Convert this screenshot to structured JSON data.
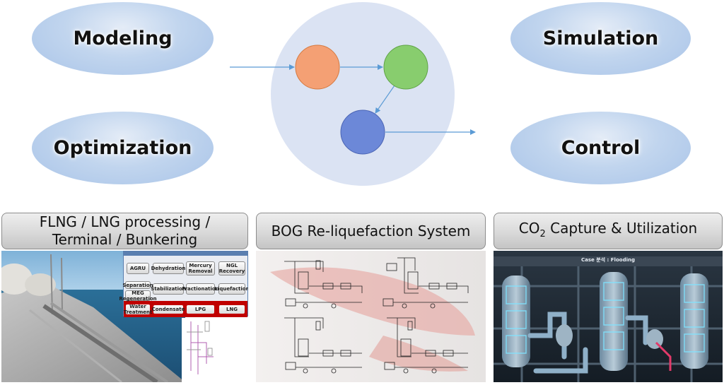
{
  "ovals": {
    "modeling": "Modeling",
    "optimization": "Optimization",
    "simulation": "Simulation",
    "control": "Control"
  },
  "flow_colors": {
    "node1": "#f4a074",
    "node2": "#88cd6e",
    "node3": "#6c88d8",
    "arrow": "#5b9bd5",
    "background_circle": "#dbe3f3"
  },
  "tabs": {
    "flng_line1": "FLNG / LNG processing /",
    "flng_line2": "Terminal / Bunkering",
    "bog": "BOG Re-liquefaction System",
    "co2_prefix": "CO",
    "co2_sub": "2",
    "co2_suffix": " Capture & Utilization"
  },
  "flng_blocks": {
    "agru": "AGRU",
    "dehydration": "Dehydration",
    "mercury": "Mercury Removal",
    "ngl": "NGL Recovery",
    "separation": "Separation",
    "meg": "MEG Regeneration",
    "stabilization": "Stabilization",
    "fractionation": "Fractionation",
    "liquefaction": "Liquefaction",
    "water": "Water Treatment",
    "condensate": "Condensate",
    "lpg": "LPG",
    "lng": "LNG"
  },
  "co2_panel": {
    "case_label": "Case 분석 : Flooding"
  }
}
